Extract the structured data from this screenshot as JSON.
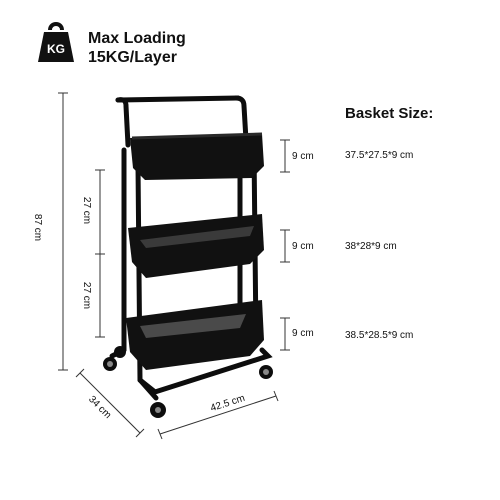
{
  "header": {
    "weight_icon": "kettlebell-weight-icon",
    "weight_icon_label": "KG",
    "line1": "Max Loading",
    "line2": "15KG/Layer"
  },
  "basket": {
    "title": "Basket Size:",
    "sizes": [
      "37.5*27.5*9 cm",
      "38*28*9 cm",
      "38.5*28.5*9 cm"
    ],
    "depth_labels": [
      "9 cm",
      "9 cm",
      "9 cm"
    ]
  },
  "dimensions": {
    "total_height": "87 cm",
    "layer_gap_1": "27 cm",
    "layer_gap_2": "27 cm",
    "depth": "34 cm",
    "width": "42.5 cm"
  },
  "colors": {
    "cart": "#0d0d0d",
    "dimension_line": "#333333",
    "background": "#ffffff"
  }
}
